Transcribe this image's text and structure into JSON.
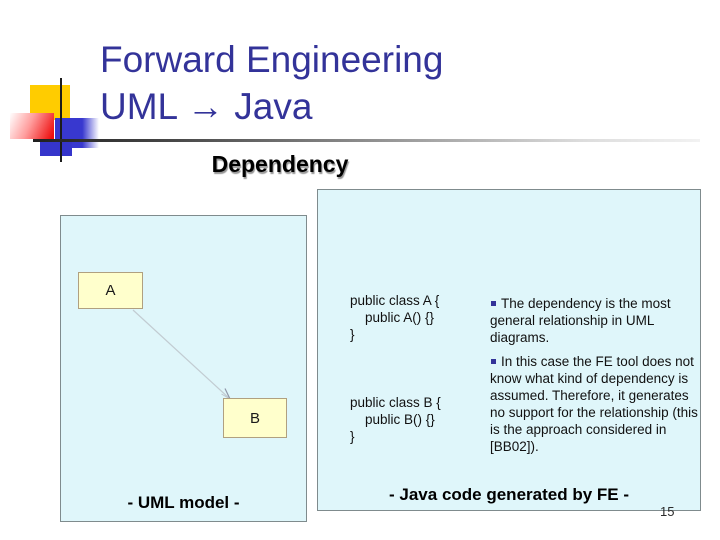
{
  "title": {
    "line1": "Forward Engineering",
    "line2": "UML → Java"
  },
  "heading": "Dependency",
  "uml_panel": {
    "class_a_label": "A",
    "class_b_label": "B",
    "caption": "- UML model -"
  },
  "code_panel": {
    "code_a": {
      "line1": "public class A {",
      "line2": "public A() {}",
      "line3": "}"
    },
    "code_b": {
      "line1": "public class B {",
      "line2": "public B() {}",
      "line3": "}"
    },
    "bullets": [
      "The dependency is the most general relationship in UML diagrams.",
      "In this case the FE tool does not know what kind of dependency is assumed. Therefore, it generates no support for the relationship (this is the approach considered in  [BB02])."
    ],
    "caption": "- Java code generated by FE -"
  },
  "page_number": "15",
  "colors": {
    "title_text": "#333399",
    "panel_background": "#dff6fa",
    "panel_border": "#7f8b8d",
    "class_box_fill": "#ffffcc",
    "class_box_border": "#b0a080",
    "bullet_square": "#333399",
    "logo_yellow": "#ffcc00",
    "logo_blue": "#3838cf",
    "logo_red": "#ee0e0e",
    "dependency_line": "#c2ccd2"
  }
}
